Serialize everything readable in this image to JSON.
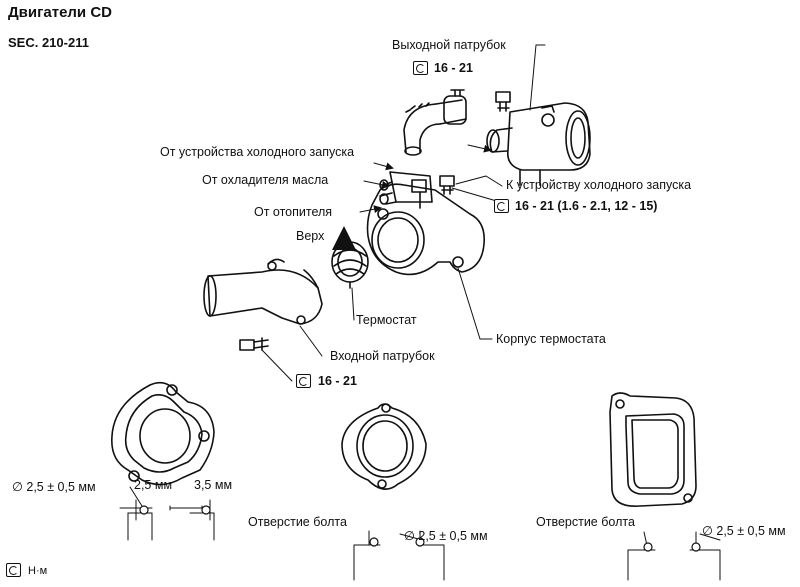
{
  "header": {
    "title": "Двигатели CD",
    "section": "SEC. 210-211"
  },
  "labels": {
    "outlet_pipe": "Выходной патрубок",
    "from_cold_start": "От устройства холодного запуска",
    "from_oil_cooler": "От охладителя масла",
    "from_heater": "От отопителя",
    "up": "Верх",
    "to_cold_start": "К устройству холодного запуска",
    "thermostat": "Термостат",
    "thermostat_housing": "Корпус термостата",
    "inlet_pipe": "Входной патрубок",
    "bolt_hole_1": "Отверстие болта",
    "bolt_hole_2": "Отверстие болта"
  },
  "torques": {
    "top": "16 - 21",
    "right": "16 - 21 (1.6 - 2.1, 12 - 15)",
    "bottom": "16 - 21"
  },
  "dimensions": {
    "bead_diameter_1": "∅ 2,5 ± 0,5 мм",
    "gap_a": "2,5 мм",
    "gap_b": "3,5 мм",
    "bead_diameter_2": "∅ 2,5 ± 0,5 мм",
    "bead_diameter_3": "∅ 2,5 ± 0,5 мм"
  },
  "legend": {
    "unit": "Н·м",
    "icon": "torque-wrench-icon"
  }
}
